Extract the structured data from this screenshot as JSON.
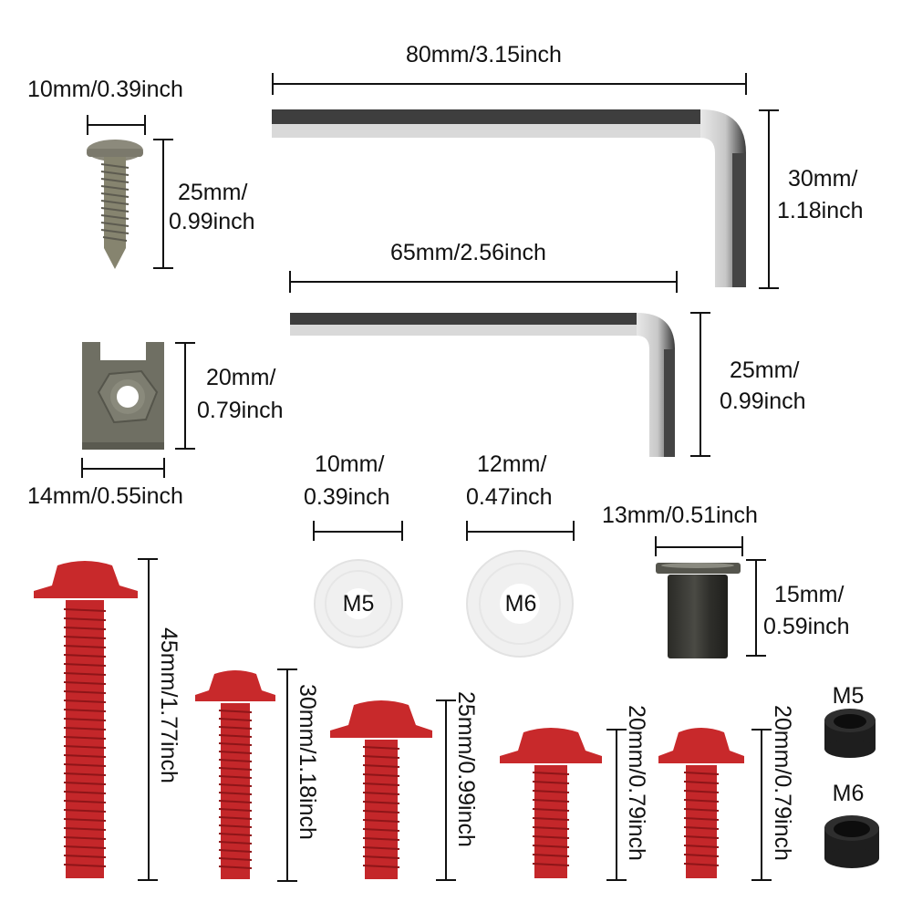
{
  "title": "Hardware kit dimension diagram",
  "colors": {
    "background": "#ffffff",
    "dimension_line": "#111111",
    "red_bolt": "#c8282a",
    "wrench_dark": "#3c3c3c",
    "wrench_light": "#d6d6d6",
    "tapping_screw": "#8a8878",
    "u_clip_nut": "#6e6e62",
    "nylon_washer": "#f1f1f1",
    "well_nut": "#3a3a36",
    "spacer": "#1e1e1e"
  },
  "parts": {
    "tapping_screw": {
      "width_label": "10mm/0.39inch",
      "length_label_1": "25mm/",
      "length_label_2": "0.99inch"
    },
    "long_hex_key": {
      "length_label": "80mm/3.15inch",
      "short_label_1": "30mm/",
      "short_label_2": "1.18inch"
    },
    "short_hex_key": {
      "length_label": "65mm/2.56inch",
      "short_label_1": "25mm/",
      "short_label_2": "0.99inch"
    },
    "u_clip_nut": {
      "height_label_1": "20mm/",
      "height_label_2": "0.79inch",
      "width_label": "14mm/0.55inch"
    },
    "washer_m5": {
      "size_label_1": "10mm/",
      "size_label_2": "0.39inch",
      "marking": "M5"
    },
    "washer_m6": {
      "size_label_1": "12mm/",
      "size_label_2": "0.47inch",
      "marking": "M6"
    },
    "well_nut": {
      "width_label": "13mm/0.51inch",
      "height_label_1": "15mm/",
      "height_label_2": "0.59inch"
    },
    "bolts": [
      {
        "length_label": "45mm/1.77inch"
      },
      {
        "length_label": "30mm/1.18inch"
      },
      {
        "length_label": "25mm/0.99inch"
      },
      {
        "length_label": "20mm/0.79inch"
      },
      {
        "length_label": "20mm/0.79inch"
      }
    ],
    "spacers": [
      {
        "marking": "M5"
      },
      {
        "marking": "M6"
      }
    ]
  }
}
